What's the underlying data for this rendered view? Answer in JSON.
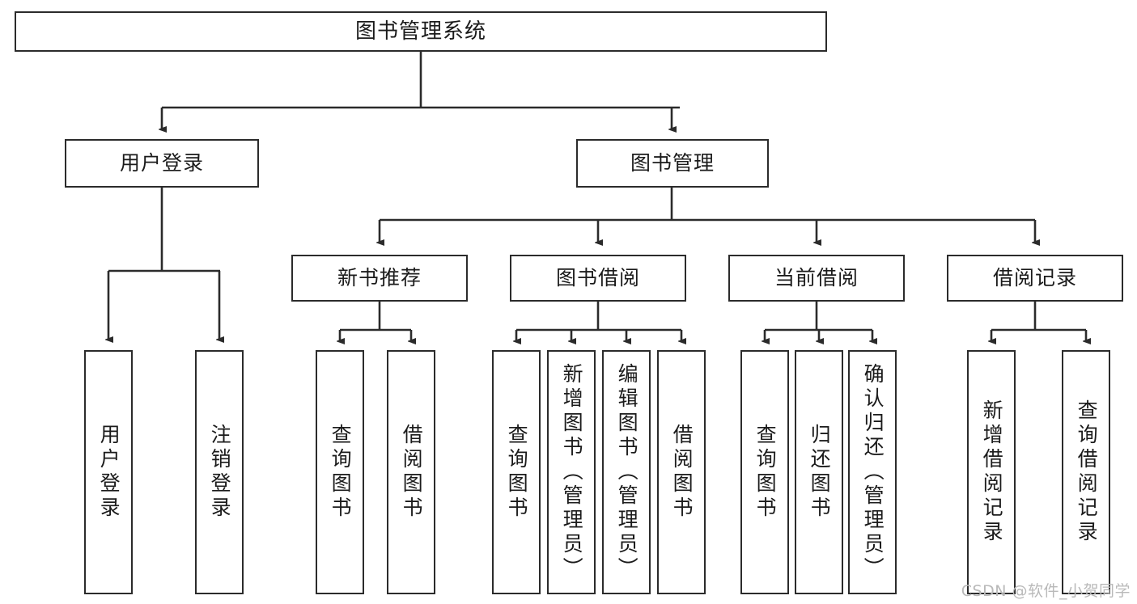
{
  "diagram": {
    "type": "tree-hierarchy-chart",
    "title": "图书管理系统",
    "root": {
      "label": "图书管理系统",
      "orientation": "horizontal"
    },
    "level1": [
      {
        "label": "用户登录",
        "orientation": "horizontal"
      },
      {
        "label": "图书管理",
        "orientation": "horizontal"
      }
    ],
    "level2": [
      {
        "label": "新书推荐",
        "orientation": "horizontal"
      },
      {
        "label": "图书借阅",
        "orientation": "horizontal"
      },
      {
        "label": "当前借阅",
        "orientation": "horizontal"
      },
      {
        "label": "借阅记录",
        "orientation": "horizontal"
      }
    ],
    "leaves": {
      "user_login": [
        {
          "label": "用户登录",
          "orientation": "vertical"
        },
        {
          "label": "注销登录",
          "orientation": "vertical"
        }
      ],
      "new_book_recommend": [
        {
          "label": "查询图书",
          "orientation": "vertical"
        },
        {
          "label": "借阅图书",
          "orientation": "vertical"
        }
      ],
      "book_borrow": [
        {
          "label": "查询图书",
          "orientation": "vertical"
        },
        {
          "label": "新增图书（管理员）",
          "orientation": "vertical"
        },
        {
          "label": "编辑图书（管理员）",
          "orientation": "vertical"
        },
        {
          "label": "借阅图书",
          "orientation": "vertical"
        }
      ],
      "current_borrow": [
        {
          "label": "查询图书",
          "orientation": "vertical"
        },
        {
          "label": "归还图书",
          "orientation": "vertical"
        },
        {
          "label": "确认归还（管理员）",
          "orientation": "vertical"
        }
      ],
      "borrow_record": [
        {
          "label": "新增借阅记录",
          "orientation": "vertical"
        },
        {
          "label": "查询借阅记录",
          "orientation": "vertical"
        }
      ]
    },
    "colors": {
      "stroke": "#2b2b2b",
      "fill": "#ffffff",
      "text": "#1b1b1b",
      "watermark": "#b9b9b9"
    },
    "watermark": "CSDN @软件_小贺同学"
  }
}
